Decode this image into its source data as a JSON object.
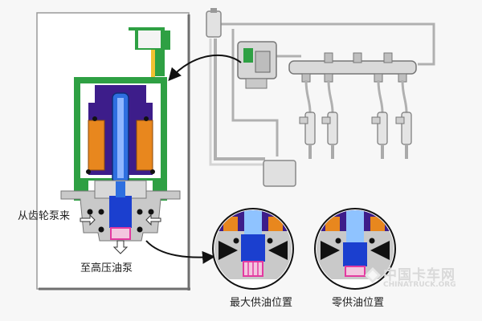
{
  "labels": {
    "from_gear_pump": "从齿轮泵来",
    "to_high_pressure_pump": "至高压油泵",
    "max_supply_position": "最大供油位置",
    "zero_supply_position": "零供油位置"
  },
  "watermark": {
    "text_cn": "中国卡车网",
    "text_en": "CHINATRUCK.ORG"
  },
  "colors": {
    "outer_housing": "#2ea043",
    "inner_body": "#3d1d8a",
    "coil": "#e8871e",
    "plunger": "#2e6fe0",
    "valve_blue": "#1b3fcf",
    "outlet": "#e33aa0",
    "pipe": "#b0b0b0",
    "housing_gray": "#c9c9c9"
  }
}
